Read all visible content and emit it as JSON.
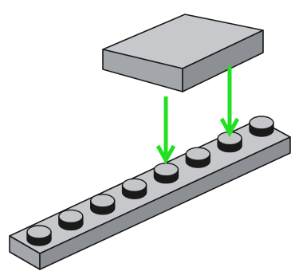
{
  "diagram": {
    "top_piece": {
      "name": "tile-2x3",
      "type": "flat-tile"
    },
    "base_piece": {
      "name": "plate-1x8",
      "type": "plate",
      "stud_count": 8
    },
    "arrows": {
      "count": 2,
      "color": "#22e022",
      "direction": "down"
    },
    "colors": {
      "top_face": "#c6c8cb",
      "side_face": "#a3a6aa",
      "dark_face": "#8c8f93",
      "outline": "#1a1a1a",
      "stud_top": "#c4c6c9",
      "stud_side": "#1a1a1a",
      "arrow": "#22e022"
    }
  }
}
